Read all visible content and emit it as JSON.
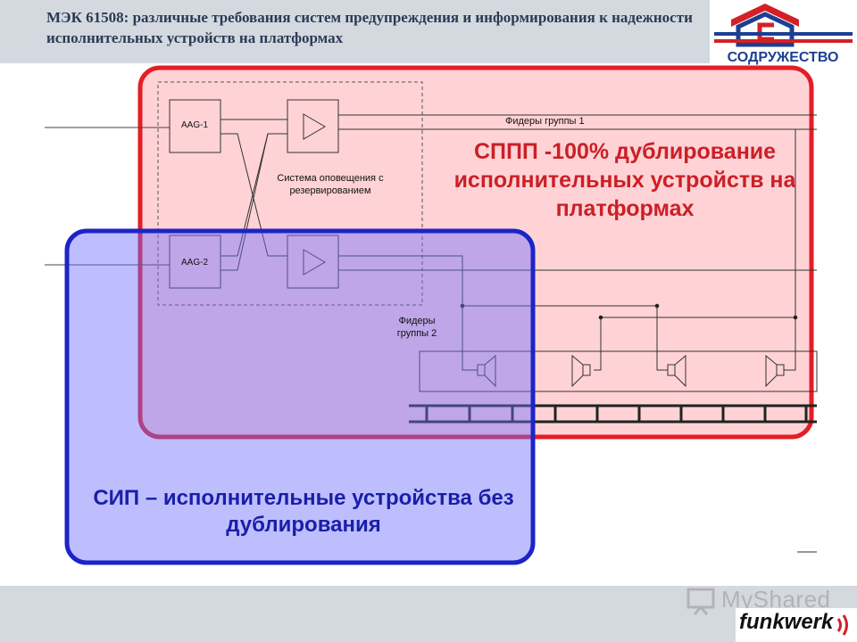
{
  "header": {
    "title": "МЭК 61508: различные требования систем предупреждения и информирования к надежности исполнительных устройств на платформах"
  },
  "logo": {
    "text": "СОДРУЖЕСТВО"
  },
  "diagram": {
    "aag1_label": "AAG-1",
    "aag2_label": "AAG-2",
    "system_label": "Система оповещения с резервированием",
    "feeders1_label": "Фидеры группы 1",
    "feeders2_label": "Фидеры группы 2"
  },
  "zones": {
    "red_label": "СППП -100% дублирование исполнительных устройств на платформах",
    "red_color": "#e31e24",
    "blue_label": "СИП – исполнительные устройства без дублирования",
    "blue_color": "#1c24c8"
  },
  "footer": {
    "watermark": "MyShared",
    "brand": "funkwerk"
  }
}
